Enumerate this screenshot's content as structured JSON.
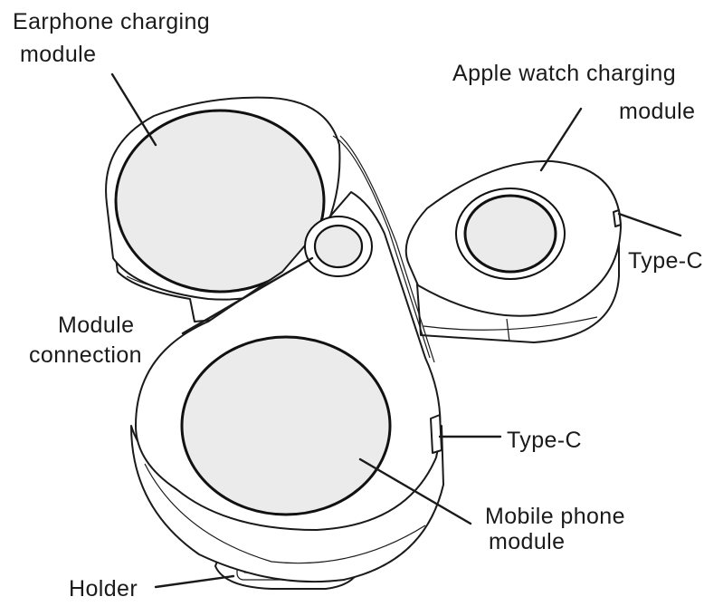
{
  "labels": {
    "earphone_line1": "Earphone charging",
    "earphone_line2": "module",
    "watch_line1": "Apple watch charging",
    "watch_line2": "module",
    "typec_watch": "Type-C",
    "module_conn_line1": "Module",
    "module_conn_line2": "connection",
    "typec_phone": "Type-C",
    "phone_line1": "Mobile phone",
    "phone_line2": "module",
    "holder": "Holder"
  },
  "colors": {
    "outline": "#1a1a1a",
    "pad_fill": "#ebebeb",
    "background": "#ffffff"
  }
}
